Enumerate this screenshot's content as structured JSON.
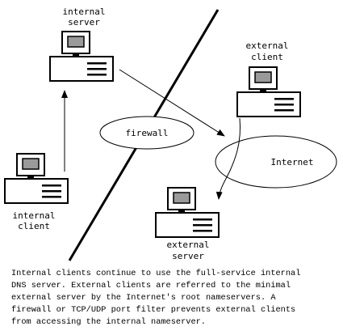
{
  "nodes": {
    "internal_server": {
      "line1": "internal",
      "line2": "server"
    },
    "external_client": {
      "line1": "external",
      "line2": "client"
    },
    "internal_client": {
      "line1": "internal",
      "line2": "client"
    },
    "external_server": {
      "line1": "external",
      "line2": "server"
    },
    "firewall": "firewall",
    "internet": "Internet"
  },
  "caption": [
    "Internal clients continue to use the full-service internal",
    "DNS server. External clients are referred to the minimal",
    "external server by the Internet's root nameservers. A",
    "firewall or TCP/UDP port filter prevents external clients",
    "from accessing the internal nameserver."
  ]
}
